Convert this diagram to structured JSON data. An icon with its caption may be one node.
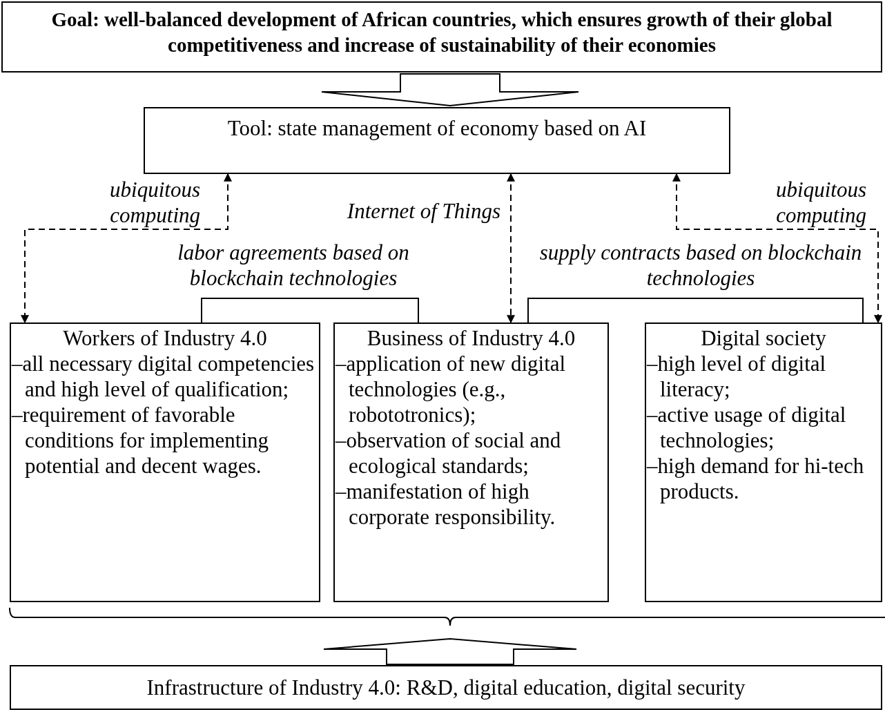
{
  "diagram": {
    "nodes": [
      {
        "text": [
          "Goal: well-balanced development of African countries, which ensures growth of their global competitiveness and increase of sustainability of their economies"
        ]
      },
      {
        "text": [
          "Tool: state management of economy based on AI"
        ]
      },
      {
        "text": [
          "Workers of Industry 4.0",
          "–all necessary digital competencies and high level of qualification;",
          "–requirement of favorable conditions for implementing potential and decent wages."
        ]
      },
      {
        "text": [
          "Business of Industry 4.0",
          "–application of new digital technologies (e.g., robototronics);",
          "–observation of social and ecological standards;",
          "–manifestation of high corporate responsibility."
        ]
      },
      {
        "text": [
          "Digital society",
          "–high level of digital literacy;",
          "–active usage of digital technologies;",
          "–high demand for hi-tech products."
        ]
      },
      {
        "text": [
          "Infrastructure of Industry 4.0: R&D, digital education, digital security"
        ]
      }
    ],
    "edges": [
      {
        "from": 0,
        "to": 1,
        "arrow": "to"
      },
      {
        "from": 1,
        "to": 2,
        "arrow": "both",
        "style": "dashed",
        "label": "ubiquitous computing"
      },
      {
        "from": 1,
        "to": 3,
        "arrow": "both",
        "style": "dashed",
        "label": "Internet of Things"
      },
      {
        "from": 1,
        "to": 4,
        "arrow": "both",
        "style": "dashed",
        "label": "ubiquitous computing"
      },
      {
        "from": 2,
        "to": 3,
        "arrow": "none",
        "label": "labor agreements based on blockchain technologies"
      },
      {
        "from": 3,
        "to": 4,
        "arrow": "none",
        "label": "supply contracts based on blockchain technologies"
      },
      {
        "from": 5,
        "to": null,
        "arrow": "to"
      }
    ]
  }
}
